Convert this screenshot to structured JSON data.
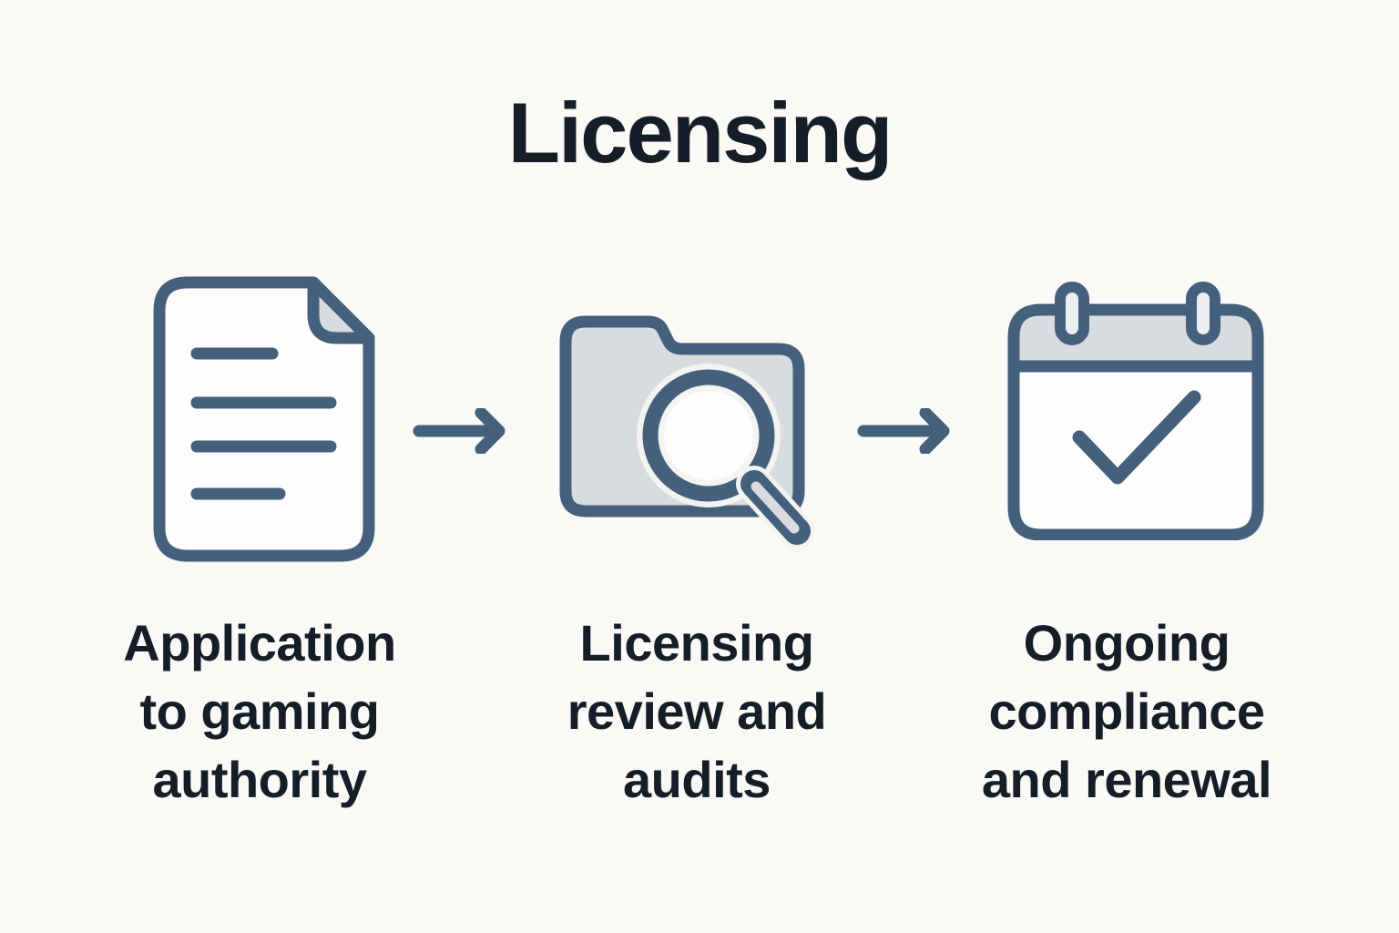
{
  "title": "Licensing",
  "colors": {
    "background": "#faf9f5",
    "stroke": "#44607c",
    "fill_light": "#d8dbe0",
    "fill_white": "#fdfdfd",
    "text": "#141d28"
  },
  "steps": [
    {
      "icon": "document-icon",
      "label": "Application\nto gaming\nauthority"
    },
    {
      "icon": "folder-search-icon",
      "label": "Licensing\nreview and\naudits"
    },
    {
      "icon": "calendar-check-icon",
      "label": "Ongoing\ncompliance\nand renewal"
    }
  ],
  "arrows": [
    {
      "icon": "arrow-right-icon"
    },
    {
      "icon": "arrow-right-icon"
    }
  ]
}
